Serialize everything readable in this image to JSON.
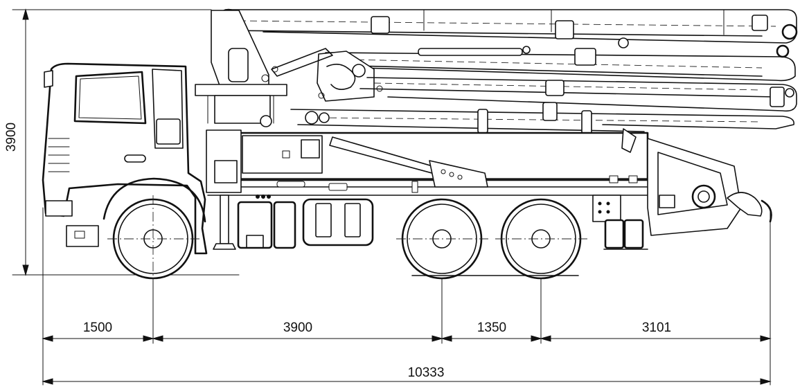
{
  "dimensions": {
    "overall_height": "3900",
    "front_overhang": "1500",
    "wheelbase": "3900",
    "tandem_spacing": "1350",
    "rear_overhang": "3101",
    "overall_length": "10333"
  }
}
